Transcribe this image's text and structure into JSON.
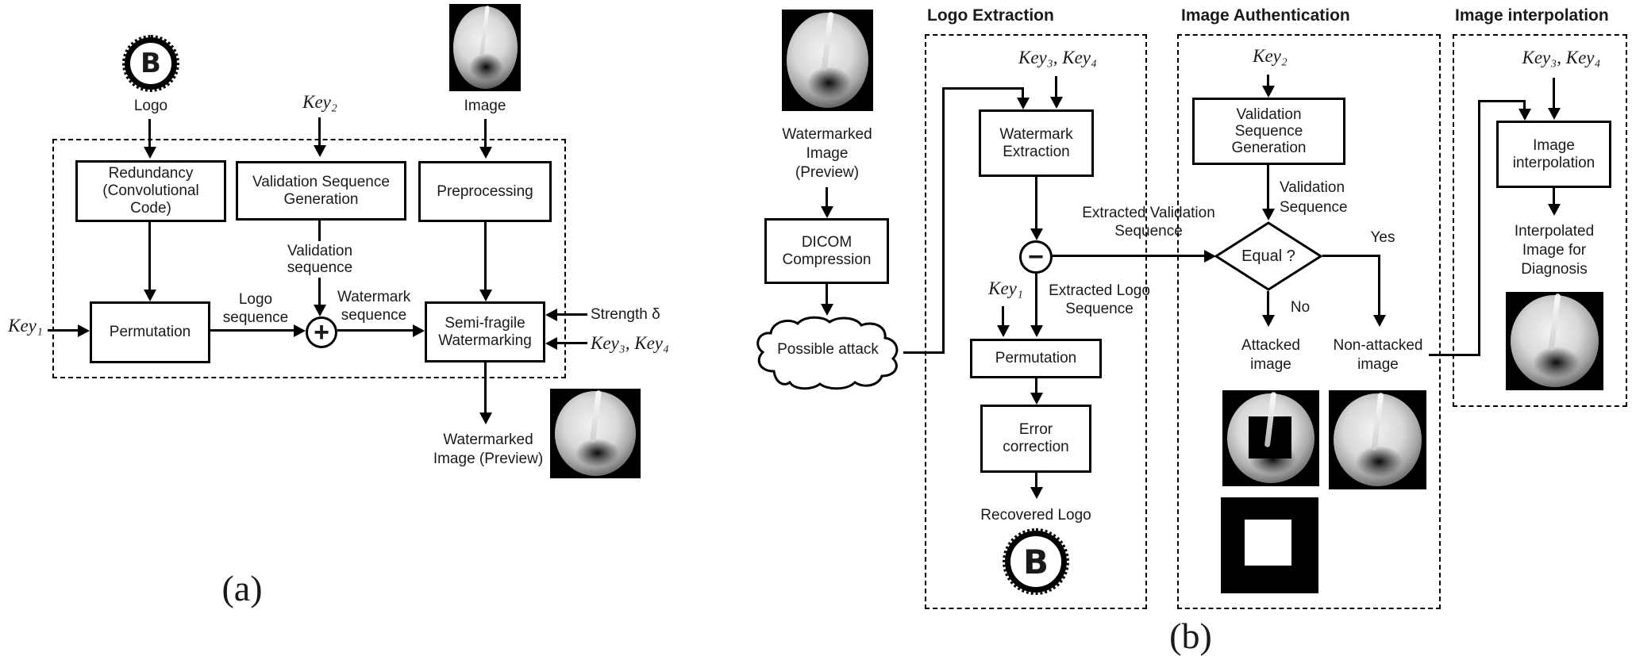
{
  "panel_a": {
    "caption": "(a)",
    "logo_letter": "B",
    "logo_label": "Logo",
    "key2": "Key₂",
    "image_label": "Image",
    "redundancy": [
      "Redundancy",
      "(Convolutional",
      "Code)"
    ],
    "vsg": [
      "Validation Sequence",
      "Generation"
    ],
    "preprocessing": "Preprocessing",
    "validation_seq": [
      "Validation",
      "sequence"
    ],
    "key1": "Key₁",
    "permutation": "Permutation",
    "logo_seq": [
      "Logo",
      "sequence"
    ],
    "plus": "+",
    "watermark_seq": [
      "Watermark",
      "sequence"
    ],
    "semi_fragile": [
      "Semi-fragile",
      "Watermarking"
    ],
    "strength": "Strength δ",
    "key34": "Key₃, Key₄",
    "output": [
      "Watermarked",
      "Image (Preview)"
    ]
  },
  "panel_b": {
    "caption": "(b)",
    "input_label": [
      "Watermarked",
      "Image",
      "(Preview)"
    ],
    "dicom": [
      "DICOM",
      "Compression"
    ],
    "attack": "Possible attack",
    "logo_extraction": {
      "title": "Logo Extraction",
      "key34": "Key₃, Key₄",
      "wm_extraction": [
        "Watermark",
        "Extraction"
      ],
      "minus": "−",
      "extracted_validation": [
        "Extracted Validation",
        "Sequence"
      ],
      "key1": "Key₁",
      "extracted_logo": [
        "Extracted Logo",
        "Sequence"
      ],
      "permutation": "Permutation",
      "error_correction": [
        "Error",
        "correction"
      ],
      "recovered": "Recovered Logo",
      "logo_letter": "B"
    },
    "image_authentication": {
      "title": "Image Authentication",
      "key2": "Key₂",
      "vsg": [
        "Validation",
        "Sequence",
        "Generation"
      ],
      "validation_seq": [
        "Validation",
        "Sequence"
      ],
      "equal": "Equal ?",
      "yes": "Yes",
      "no": "No",
      "attacked": [
        "Attacked",
        "image"
      ],
      "non_attacked": [
        "Non-attacked",
        "image"
      ]
    },
    "image_interpolation": {
      "title": "Image interpolation",
      "key34": "Key₃, Key₄",
      "interp_box": [
        "Image",
        "interpolation"
      ],
      "output": [
        "Interpolated",
        "Image for",
        "Diagnosis"
      ]
    }
  }
}
